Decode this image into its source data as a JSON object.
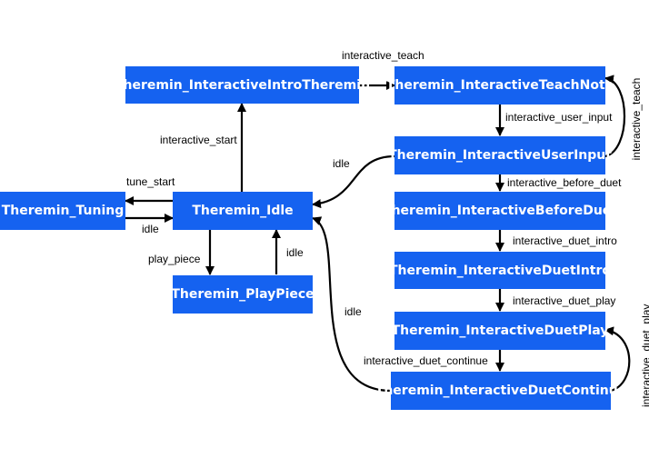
{
  "colors": {
    "node_fill": "#1562f0",
    "node_text": "#ffffff",
    "edge": "#000000"
  },
  "nodes": {
    "intro_theremin": "Theremin_InteractiveIntroTheremin",
    "teach_note": "Theremin_InteractiveTeachNote",
    "user_input": "Theremin_InteractiveUserInput",
    "before_duet": "Theremin_InteractiveBeforeDuet",
    "duet_intro": "Theremin_InteractiveDuetIntro",
    "duet_play": "Theremin_InteractiveDuetPlay",
    "duet_continue": "Theremin_InteractiveDuetContinue",
    "tuning": "Theremin_Tuning",
    "idle": "Theremin_Idle",
    "play_piece": "Theremin_PlayPiece"
  },
  "edges": {
    "interactive_teach": "interactive_teach",
    "interactive_teach_self": "interactive_teach",
    "interactive_user_input": "interactive_user_input",
    "interactive_start": "interactive_start",
    "idle_from_user_input": "idle",
    "tune_start": "tune_start",
    "idle_from_tuning": "idle",
    "interactive_before_duet": "interactive_before_duet",
    "interactive_duet_intro": "interactive_duet_intro",
    "play_piece": "play_piece",
    "idle_from_play_piece": "idle",
    "interactive_duet_play": "interactive_duet_play",
    "idle_from_duet_continue": "idle",
    "interactive_duet_continue": "interactive_duet_continue",
    "interactive_duet_play_self": "interactive_duet_play"
  }
}
